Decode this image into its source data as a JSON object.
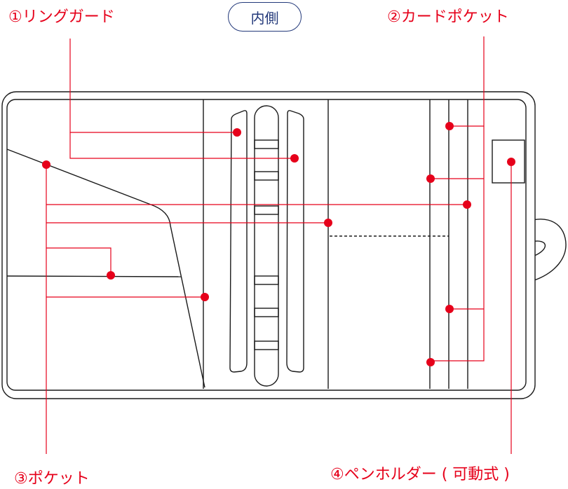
{
  "title": "内側",
  "labels": {
    "ring_guard": "①リングガード",
    "card_pocket": "②カードポケット",
    "pocket": "③ポケット",
    "pen_holder": "④ペンホルダー ( 可動式 )"
  },
  "colors": {
    "outline": "#1a1a1a",
    "callout": "#e6001a",
    "title": "#23397a"
  }
}
